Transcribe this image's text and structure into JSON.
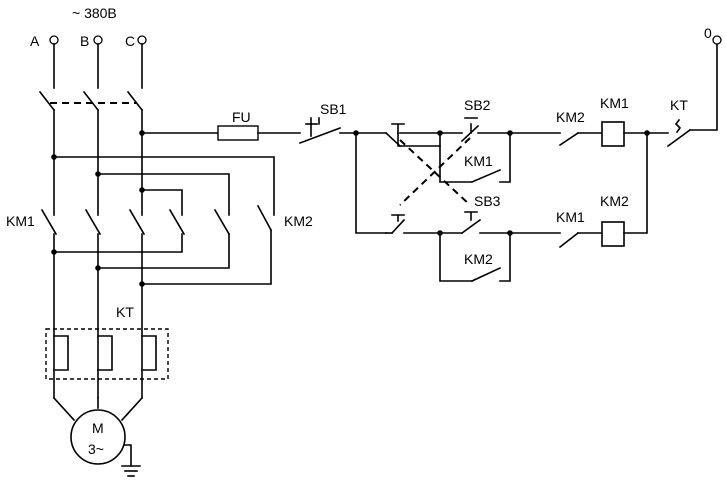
{
  "labels": {
    "supply": "~ 380В",
    "phase_a": "A",
    "phase_b": "B",
    "phase_c": "C",
    "neutral": "0",
    "fuse": "FU",
    "sb1": "SB1",
    "sb2": "SB2",
    "sb3": "SB3",
    "km1_power": "KM1",
    "km2_power": "KM2",
    "kt_overload": "KT",
    "motor_m": "M",
    "motor_phase": "3~",
    "km2_interlock_top": "KM2",
    "km1_coil": "KM1",
    "kt_contact": "KT",
    "km1_hold": "KM1",
    "km1_interlock_bottom": "KM1",
    "km2_coil": "KM2",
    "km2_hold": "KM2"
  }
}
